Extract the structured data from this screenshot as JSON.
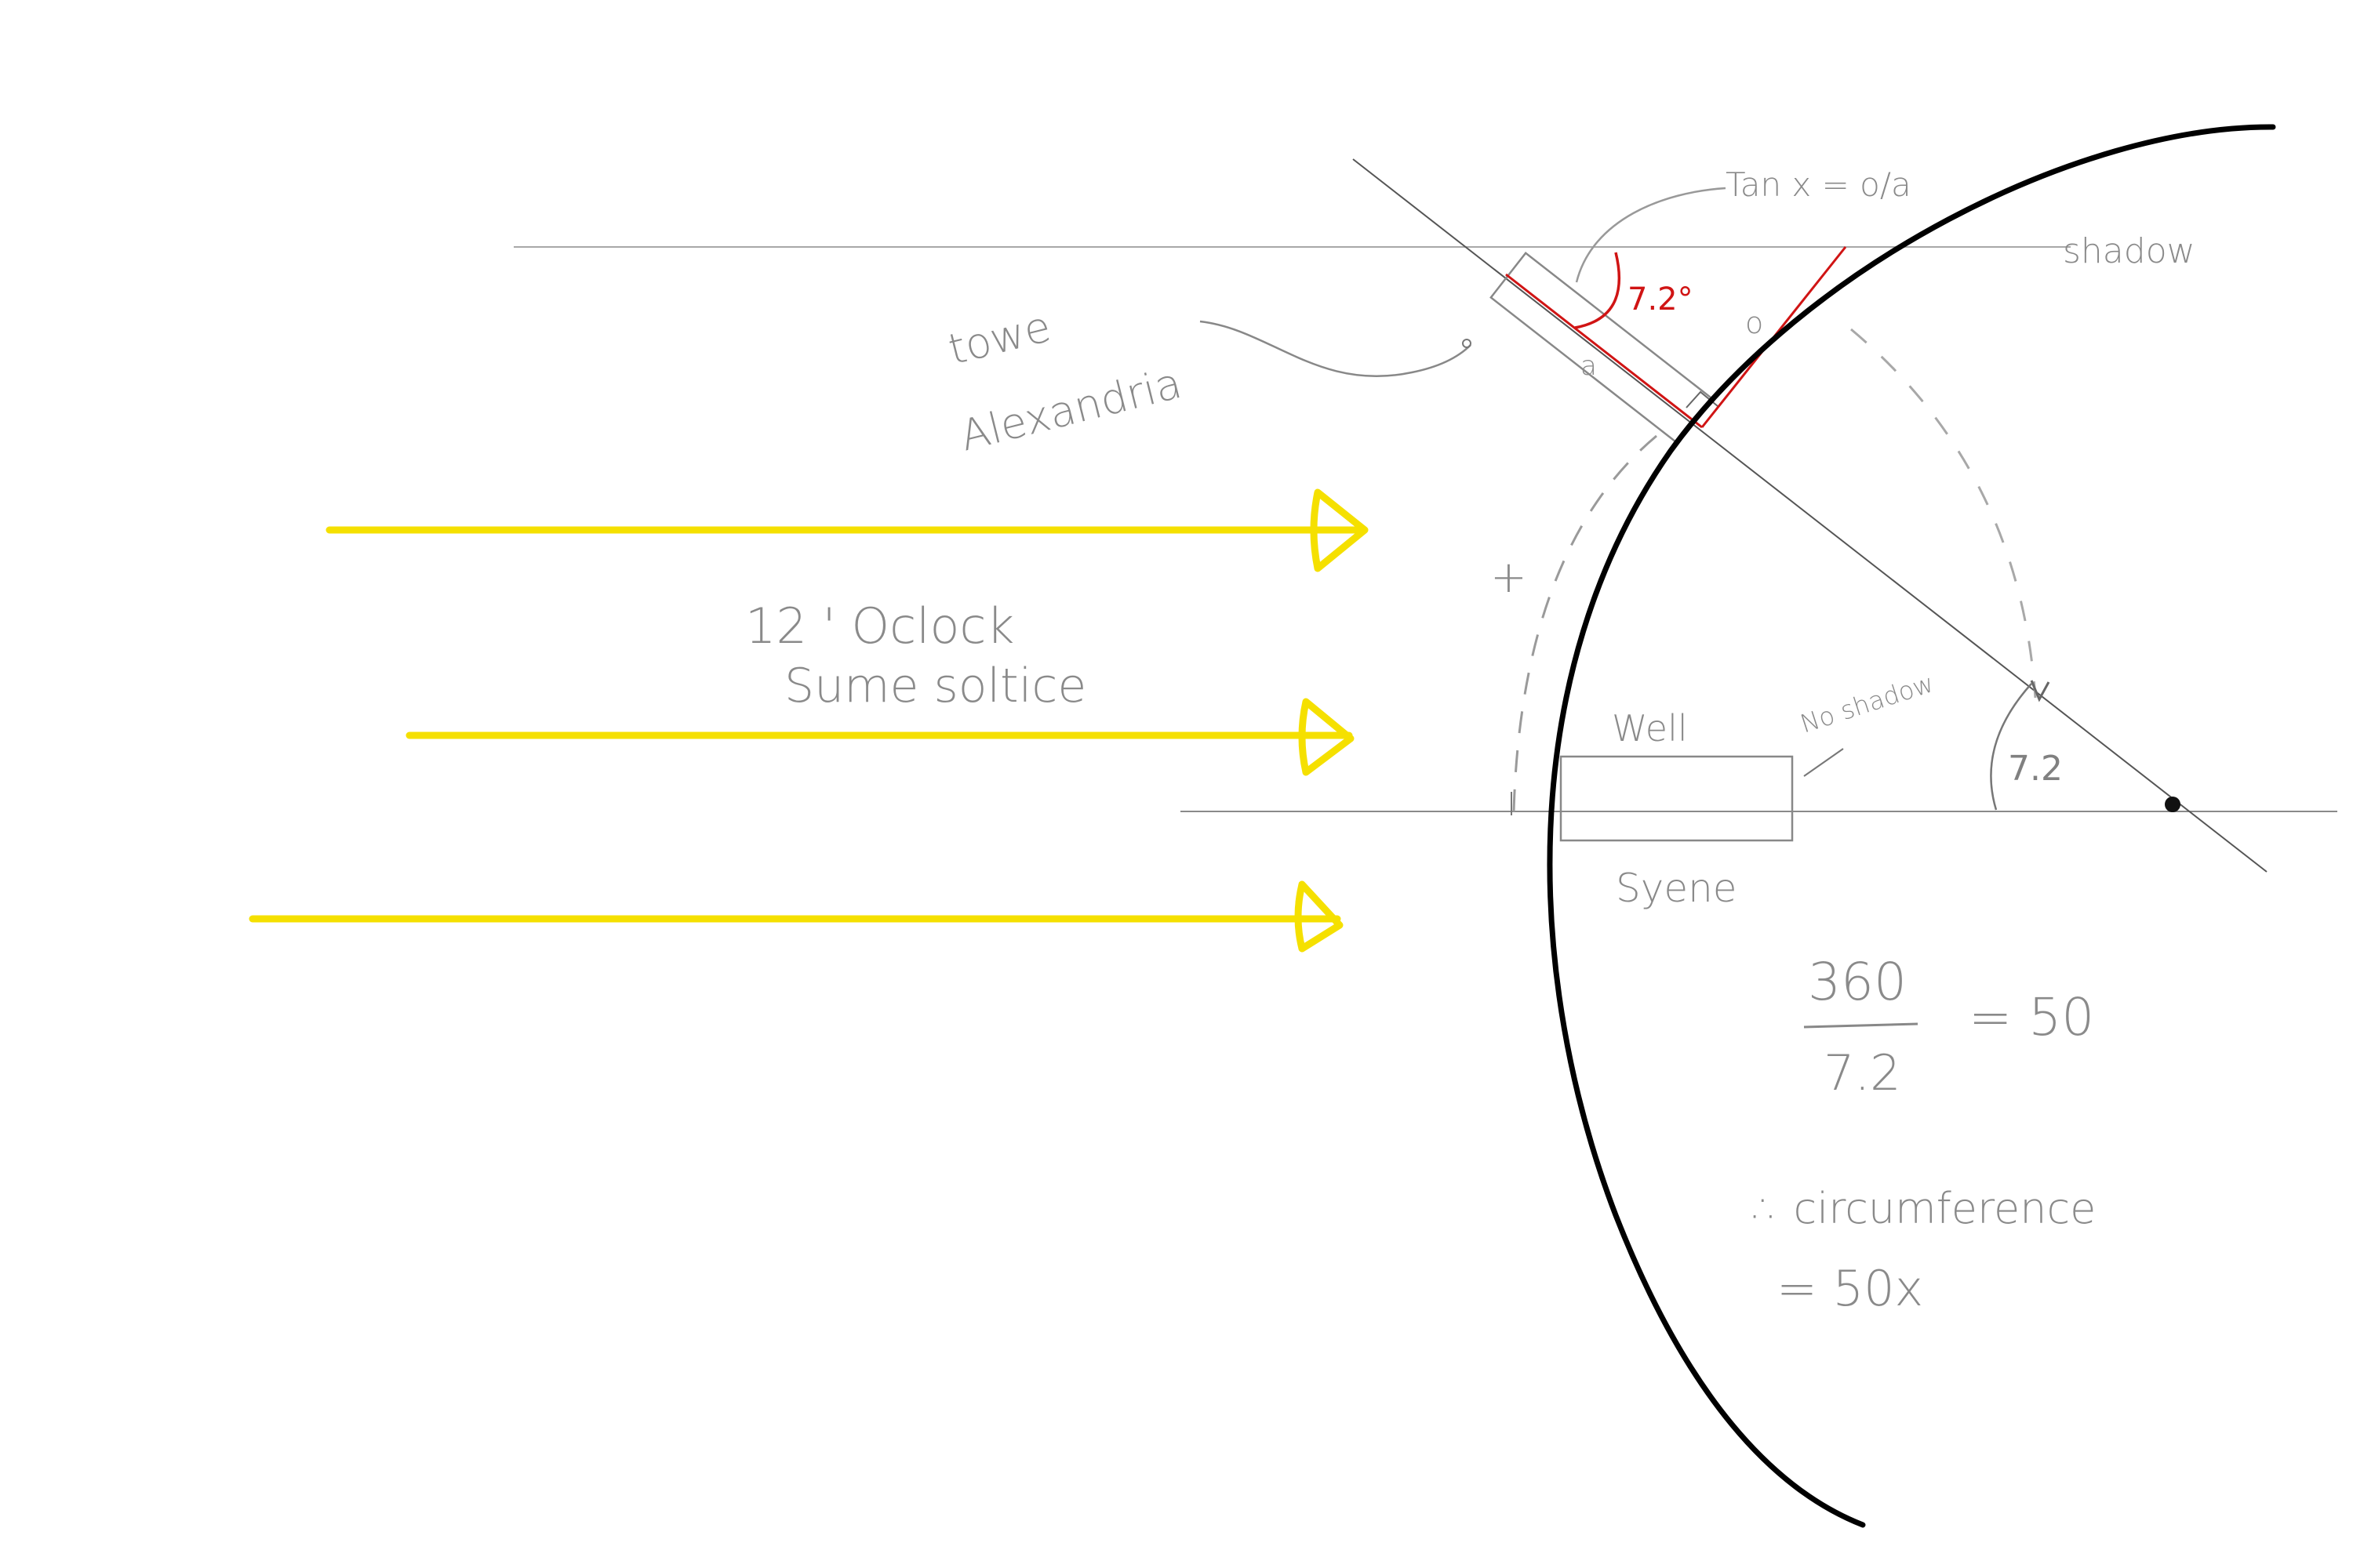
{
  "colors": {
    "sunray": "#f5e000",
    "earth": "#000000",
    "guide": "#9a9a9a",
    "angle": "#d01414",
    "text": "#8a8a8a"
  },
  "labels": {
    "formula": "Tan x = o/a",
    "shadow": "shadow",
    "tower_line1": "towe",
    "tower_line2": "Alexandria",
    "red_angle": "7.2°",
    "opp_side": "o",
    "adj_side": "a",
    "plus_mark": "+",
    "time_line1": "12 ' Oclock",
    "time_line2": "Sume soltice",
    "well": "Well",
    "no_shadow": "No shadow",
    "syene": "Syene",
    "earth_angle": "7.2"
  },
  "calculation": {
    "numerator": "360",
    "denominator": "7.2",
    "result": "= 50",
    "therefore": "∴ circumference",
    "answer": "= 50x"
  }
}
